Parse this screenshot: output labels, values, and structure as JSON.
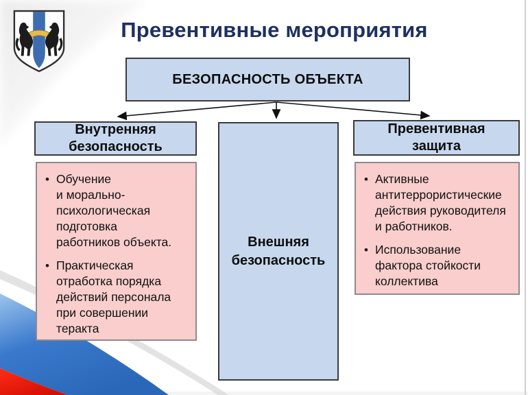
{
  "slide": {
    "title": "Превентивные мероприятия"
  },
  "diagram": {
    "bullet_char": "•",
    "root_box": {
      "label": "БЕЗОПАСНОСТЬ ОБЪЕКТА"
    },
    "left": {
      "header": "Внутренняя\nбезопасность",
      "bullets": [
        "Обучение\nи морально-\nпсихологическая\nподготовка\nработников объекта.",
        "Практическая\nотработка порядка\nдействий персонала\nпри совершении\nтеракта"
      ]
    },
    "center": {
      "header": "Внешняя\nбезопасность"
    },
    "right": {
      "header": "Превентивная\nзащита",
      "bullets": [
        "Активные\nантитеррористические\nдействия руководителя\nи работников.",
        "Использование\nфактора стойкости\nколлектива"
      ]
    }
  },
  "decor": {
    "logo": "novosibirsk-oblast-coat-of-arms",
    "ribbon": "russian-flag-ribbon"
  },
  "colors": {
    "title_navy": "#1d3160",
    "box_blue_fill": "#c7d8ee",
    "box_border_dark": "#3a3a3a",
    "panel_pink_fill": "#f9cecd",
    "panel_border_gray": "#8f8a8a",
    "flag_blue": "#2f6fc1",
    "flag_red": "#e3180b",
    "flag_white": "#ffffff",
    "edge_line_gray": "#cfcfcf"
  }
}
